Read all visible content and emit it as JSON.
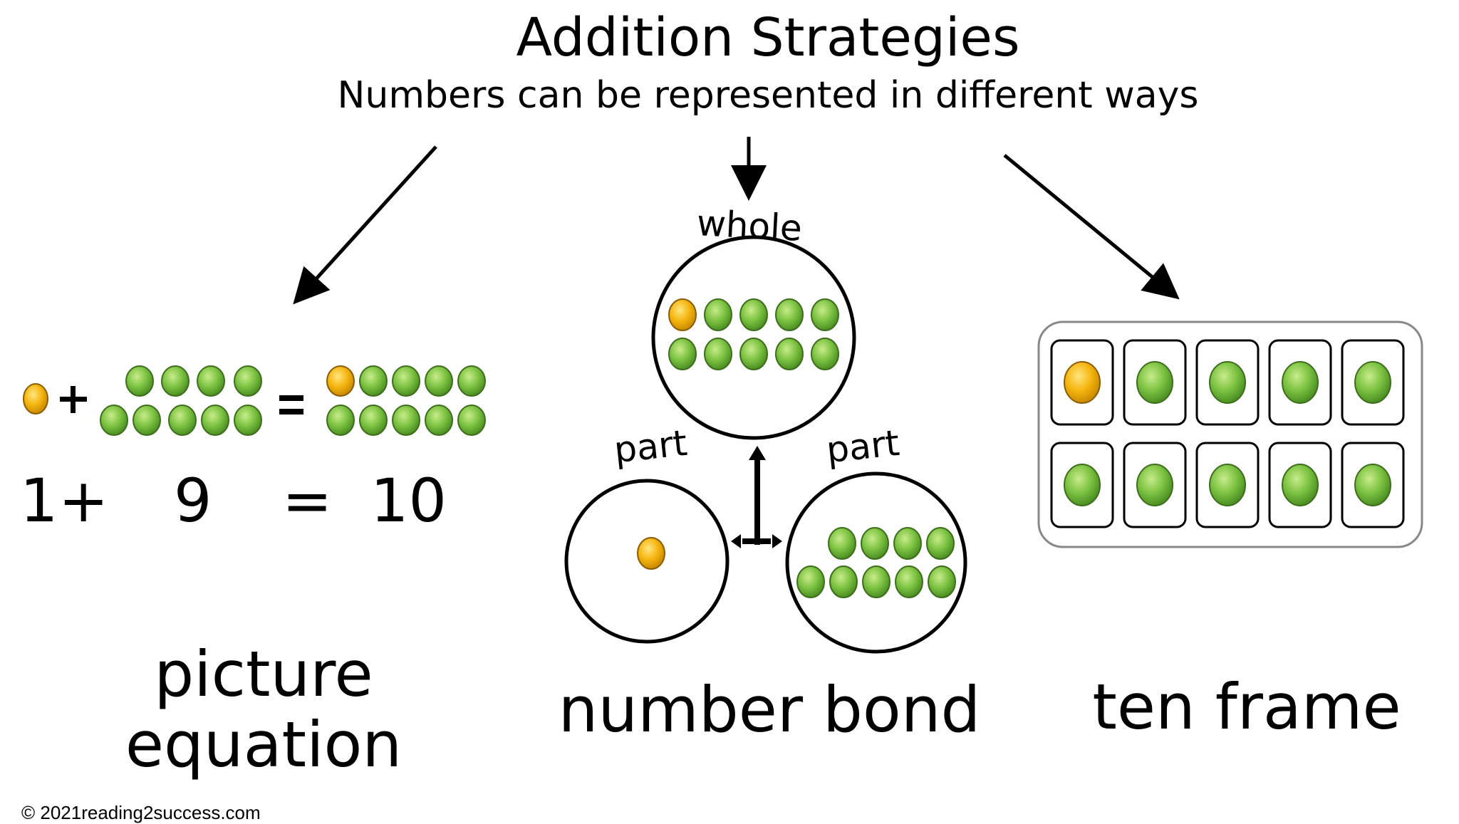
{
  "title": "Addition Strategies",
  "subtitle": "Numbers can be represented in different ways",
  "picture_equation": {
    "plus_symbol": "+",
    "equals_symbol": "=",
    "left_addend_counters": 1,
    "right_addend_counters": 9,
    "sum_counters": 10,
    "equation": {
      "a": "1",
      "plus": "+",
      "b": "9",
      "equals": "=",
      "sum": "10"
    },
    "caption_line1": "picture",
    "caption_line2": "equation"
  },
  "number_bond": {
    "whole_label": "whole",
    "part_left_label": "part",
    "part_right_label": "part",
    "whole_counters": 10,
    "part_left_counters": 1,
    "part_right_counters": 9,
    "caption": "number bond"
  },
  "ten_frame": {
    "cells": 10,
    "filled": 10,
    "caption": "ten frame"
  },
  "colors": {
    "counter_green": "#7cc242",
    "counter_yellow": "#f5b50f",
    "line": "#000000",
    "background": "#ffffff"
  },
  "copyright": "© 2021reading2success.com"
}
